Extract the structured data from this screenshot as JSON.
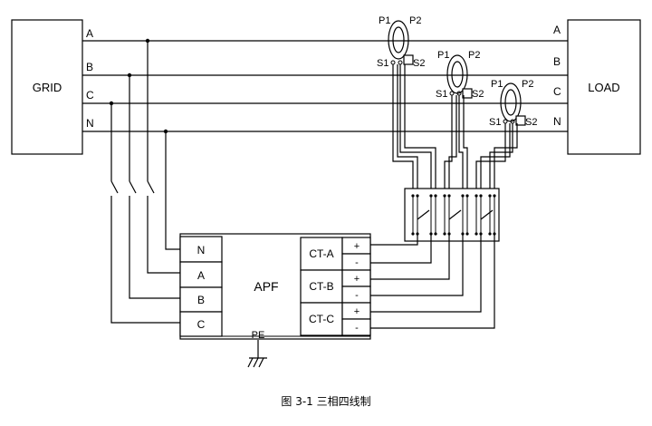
{
  "grid": {
    "label": "GRID"
  },
  "load": {
    "label": "LOAD"
  },
  "phases": {
    "grid_side": [
      "A",
      "B",
      "C",
      "N"
    ],
    "load_side": [
      "A",
      "B",
      "C",
      "N"
    ]
  },
  "current_transformers": [
    {
      "p1": "P1",
      "p2": "P2",
      "s1": "S1",
      "s2": "S2"
    },
    {
      "p1": "P1",
      "p2": "P2",
      "s1": "S1",
      "s2": "S2"
    },
    {
      "p1": "P1",
      "p2": "P2",
      "s1": "S1",
      "s2": "S2"
    }
  ],
  "apf": {
    "label": "APF",
    "inputs": [
      "N",
      "A",
      "B",
      "C"
    ],
    "ct_inputs": [
      {
        "label": "CT-A",
        "plus": "+",
        "minus": "-"
      },
      {
        "label": "CT-B",
        "plus": "+",
        "minus": "-"
      },
      {
        "label": "CT-C",
        "plus": "+",
        "minus": "-"
      }
    ],
    "ground": "PE"
  },
  "caption": "图 3-1  三相四线制"
}
